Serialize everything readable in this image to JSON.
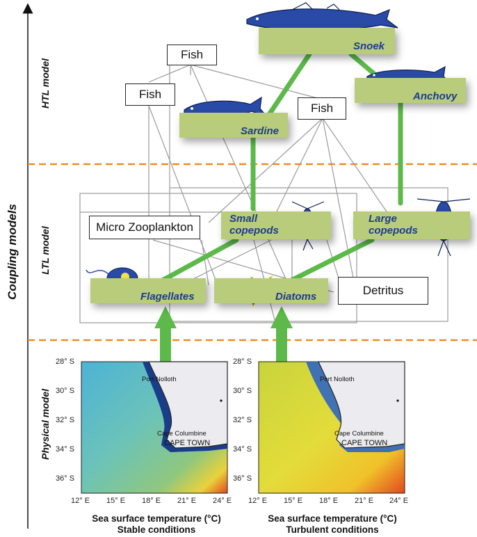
{
  "axis": {
    "coupling": "Coupling models",
    "htl": "HTL model",
    "ltl": "LTL model",
    "physical": "Physical model"
  },
  "nodes": {
    "fish_1": "Fish",
    "fish_2": "Fish",
    "fish_3": "Fish",
    "snoek": "Snoek",
    "anchovy": "Anchovy",
    "sardine": "Sardine",
    "micro_zooplankton": "Micro Zooplankton",
    "small_copepods": [
      "Small",
      "copepods"
    ],
    "large_copepods": [
      "Large",
      "copepods"
    ],
    "flagellates": "Flagellates",
    "diatoms": "Diatoms",
    "detritus": "Detritus"
  },
  "maps": [
    {
      "lat_ticks": [
        "28° S",
        "30° S",
        "32° S",
        "34° S",
        "36° S"
      ],
      "lon_ticks": [
        "12° E",
        "15° E",
        "18° E",
        "21° E",
        "24° E"
      ],
      "places": [
        "Port Nolloth",
        "Cape Columbine",
        "CAPE TOWN"
      ],
      "caption": [
        "Sea surface temperature (°C)",
        "Stable conditions"
      ]
    },
    {
      "lat_ticks": [
        "28° S",
        "30° S",
        "32° S",
        "34° S",
        "36° S"
      ],
      "lon_ticks": [
        "12° E",
        "15° E",
        "18° E",
        "21° E",
        "24° E"
      ],
      "places": [
        "Port Nolloth",
        "Cape Columbine",
        "CAPE TOWN"
      ],
      "caption": [
        "Sea surface temperature (°C)",
        "Turbulent conditions"
      ]
    }
  ],
  "colors": {
    "green_link": "#5cb94a",
    "green_box": "#b8cc7c",
    "label_blue": "#1f3c8c",
    "divider": "#f08a24",
    "land": "#ececf0"
  }
}
